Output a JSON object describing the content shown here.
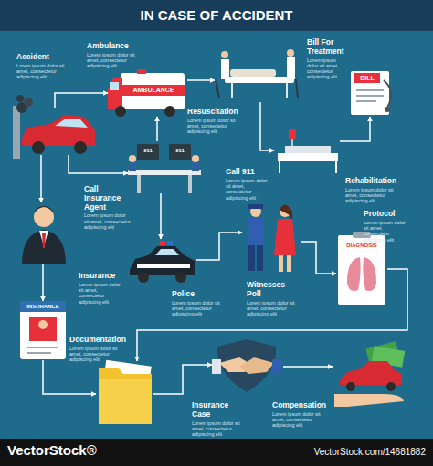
{
  "diagram": {
    "title": "IN CASE OF ACCIDENT",
    "nodes": [
      {
        "text": [
          "Accident",
          "Lorem ipsum dolor sit amet, consectetur adipiscing elit"
        ]
      },
      {
        "text": [
          "Ambulance",
          "Lorem ipsum dolor sit amet, consectetur adipiscing elit"
        ]
      },
      {
        "text": [
          "Resuscitation",
          "Lorem ipsum dolor sit amet, consectetur adipiscing elit"
        ]
      },
      {
        "text": [
          "Bill For Treatment",
          "Lorem ipsum dolor sit amet, consectetur adipiscing elit"
        ]
      },
      {
        "text": [
          "Call 911",
          "Lorem ipsum dolor sit amet, consectetur adipiscing elit"
        ]
      },
      {
        "text": [
          "Rehabilitation",
          "Lorem ipsum dolor sit amet, consectetur adipiscing elit"
        ]
      },
      {
        "text": [
          "Call Insurance Agent",
          "Lorem ipsum dolor sit amet, consectetur adipiscing elit"
        ]
      },
      {
        "text": [
          "Protocol",
          "Lorem ipsum dolor sit amet, consectetur adipiscing elit"
        ]
      },
      {
        "text": [
          "Insurance",
          "Lorem ipsum dolor sit amet, consectetur adipiscing elit"
        ]
      },
      {
        "text": [
          "Police",
          "Lorem ipsum dolor sit amet, consectetur adipiscing elit"
        ]
      },
      {
        "text": [
          "Witnesses Poll",
          "Lorem ipsum dolor sit amet, consectetur adipiscing elit"
        ]
      },
      {
        "text": [
          "Documentation",
          "Lorem ipsum dolor sit amet, consectetur adipiscing elit"
        ]
      },
      {
        "text": [
          "Insurance Case",
          "Lorem ipsum dolor sit amet, consectetur adipiscing elit"
        ]
      },
      {
        "text": [
          "Compensation",
          "Lorem ipsum dolor sit amet, consectetur adipiscing elit"
        ]
      }
    ],
    "edges": [
      {
        "from": 0,
        "to": 1,
        "arrow": "to"
      },
      {
        "from": 1,
        "to": 2,
        "arrow": "to"
      },
      {
        "from": 2,
        "to": 5,
        "arrow": "to"
      },
      {
        "from": 5,
        "to": 3,
        "arrow": "to"
      },
      {
        "from": 0,
        "to": 4,
        "arrow": "to"
      },
      {
        "from": 4,
        "to": 1,
        "arrow": "to"
      },
      {
        "from": 4,
        "to": 9,
        "arrow": "to"
      },
      {
        "from": 9,
        "to": 10,
        "arrow": "to"
      },
      {
        "from": 10,
        "to": 7,
        "arrow": "to"
      },
      {
        "from": 7,
        "to": 11,
        "arrow": "to"
      },
      {
        "from": 0,
        "to": 6,
        "arrow": "to"
      },
      {
        "from": 6,
        "to": 8,
        "arrow": "to"
      },
      {
        "from": 8,
        "to": 11,
        "arrow": "to"
      },
      {
        "from": 11,
        "to": 12,
        "arrow": "to"
      },
      {
        "from": 12,
        "to": 13,
        "arrow": "to"
      }
    ],
    "labels": [
      "AMBULANCE",
      "BILL",
      "911",
      "911",
      "DIAGNOSIS",
      "INSURANCE",
      "VectorStock®",
      "VectorStock.com/14681882"
    ]
  }
}
